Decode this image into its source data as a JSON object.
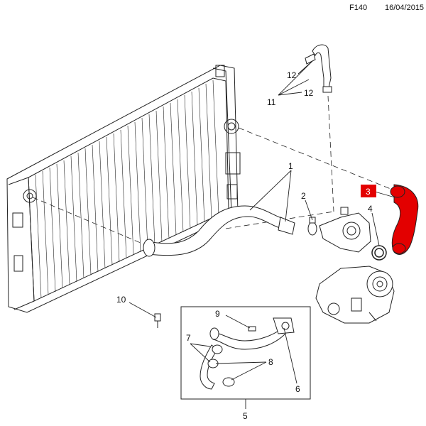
{
  "header": {
    "page_code": "F140",
    "date": "16/04/2015"
  },
  "callouts": {
    "c1": "1",
    "c2": "2",
    "c3": "3",
    "c4": "4",
    "c5": "5",
    "c6": "6",
    "c7": "7",
    "c8": "8",
    "c9": "9",
    "c10": "10",
    "c11": "11",
    "c12a": "12",
    "c12b": "12"
  },
  "colors": {
    "highlight": "#e30000",
    "line": "#222222"
  }
}
